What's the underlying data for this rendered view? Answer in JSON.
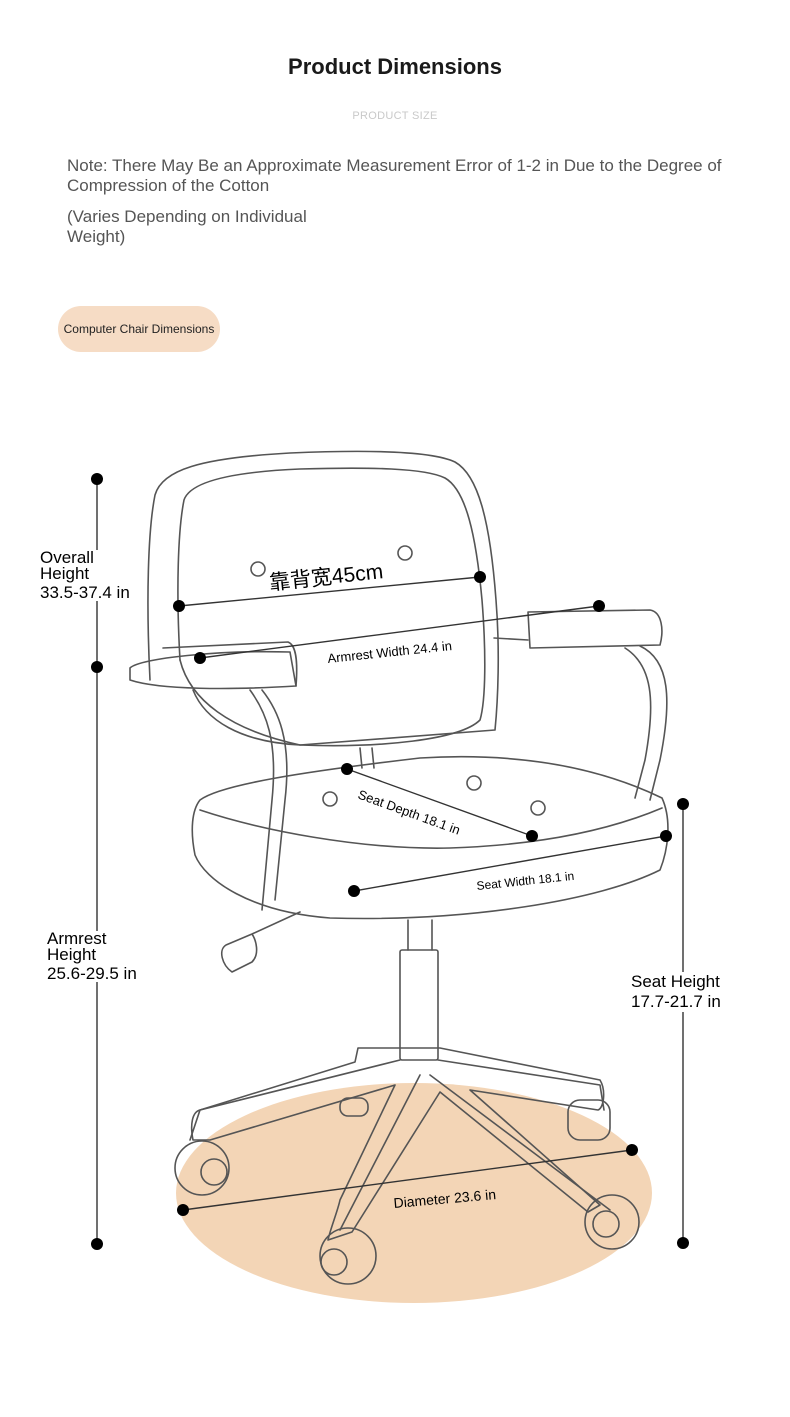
{
  "header": {
    "title": "Product Dimensions",
    "subtitle": "PRODUCT SIZE"
  },
  "notes": {
    "measurement_note": "Note: There May Be an Approximate Measurement Error of 1-2 in Due to the Degree of Compression of the Cotton",
    "weight_note": "(Varies Depending on Individual Weight)"
  },
  "section": {
    "tag": "Computer Chair Dimensions"
  },
  "dimensions": {
    "overall_height_title": "Overall",
    "overall_height_title2": "Height",
    "overall_height_value": "33.5-37.4 in",
    "armrest_height_title": "Armrest",
    "armrest_height_title2": "Height",
    "armrest_height_value": "25.6-29.5 in",
    "seat_height_title": "Seat Height",
    "seat_height_value": "17.7-21.7 in",
    "backrest_width": "靠背宽45cm",
    "armrest_width": "Armrest Width 24.4 in",
    "seat_depth": "Seat Depth 18.1 in",
    "seat_width": "Seat Width 18.1 in",
    "diameter": "Diameter 23.6 in"
  },
  "colors": {
    "accent_peach": "#f6dcc5",
    "base_floor": "#f3d5b6"
  }
}
